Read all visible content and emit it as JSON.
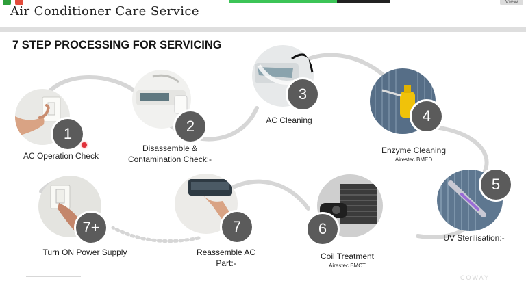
{
  "window": {
    "title": "Air Conditioner Care Service",
    "view_button": "View"
  },
  "meeting": {
    "progress_fraction": 0.67
  },
  "slide": {
    "heading": "7 STEP PROCESSING FOR SERVICING",
    "steps": [
      {
        "number": "1",
        "label": "AC Operation Check"
      },
      {
        "number": "2",
        "label_line1": "Disassemble &",
        "label_line2": "Contamination Check:-"
      },
      {
        "number": "3",
        "label": "AC Cleaning"
      },
      {
        "number": "4",
        "label": "Enzyme Cleaning",
        "sublabel": "Airestec BMED"
      },
      {
        "number": "5",
        "label": "UV Sterilisation:-"
      },
      {
        "number": "6",
        "label": "Coil Treatment",
        "sublabel": "Airestec BMCT"
      },
      {
        "number": "7",
        "label_line1": "Reassemble AC",
        "label_line2": "Part:-"
      },
      {
        "number": "7+",
        "label": "Turn ON Power Supply"
      }
    ],
    "footer_mark": "COWAY"
  },
  "colors": {
    "badge": "#5b5b5b",
    "path": "#d6d6d6",
    "progress": "#3cc457",
    "cursor": "#e0303a"
  },
  "icons": [
    "shield-icon",
    "record-icon",
    "cursor-dot-icon"
  ]
}
